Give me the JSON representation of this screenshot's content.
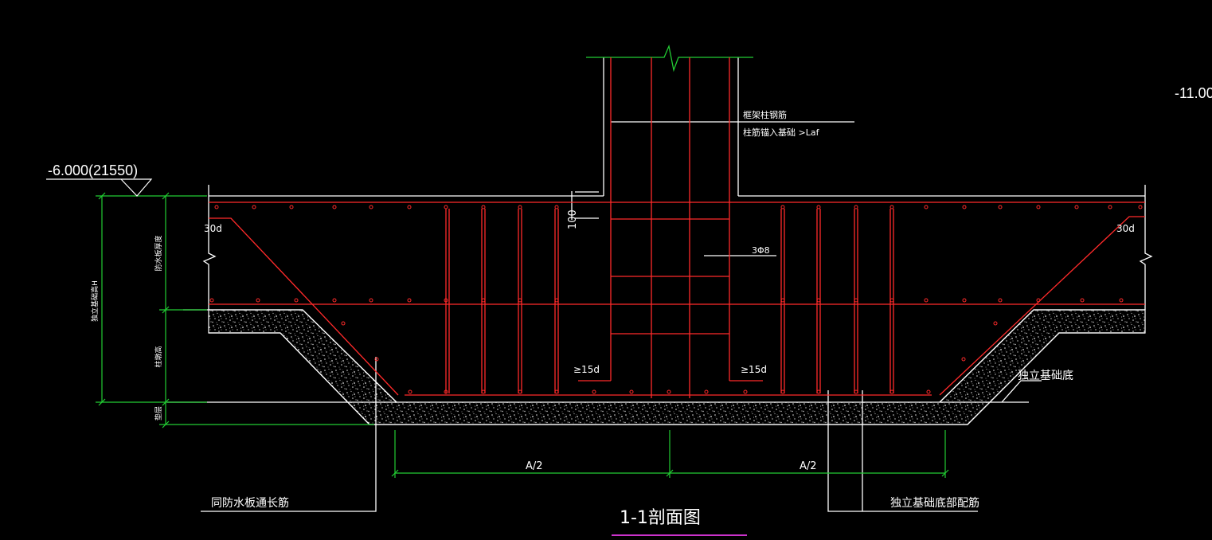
{
  "colors": {
    "background": "#000000",
    "outline": "#ffffff",
    "rebar": "#ff2a2a",
    "dimension": "#22cc33",
    "title_underline": "#cc33cc",
    "gravel": "#d8d8d8"
  },
  "labels": {
    "elev_right": "-11.00",
    "elev_left": "-6.000(21550)",
    "column_bar_1": "框架柱钢筋",
    "column_bar_2": "柱筋锚入基础 >Laf",
    "anchor_left": "30d",
    "anchor_right": "30d",
    "dim_100": "100",
    "stirrup": "3Φ8",
    "hook_left": "≥15d",
    "hook_right": "≥15d",
    "foundation_bottom": "独立基础底",
    "half_left": "A/2",
    "half_right": "A/2",
    "through_bar": "同防水板通长筋",
    "bottom_rebar": "独立基础底部配筋",
    "title": "1-1剖面图",
    "vdim_total": "独立基础高H",
    "vdim_slab": "防水板厚度",
    "vdim_pit": "柱墩高",
    "vdim_cushion": "垫层"
  }
}
